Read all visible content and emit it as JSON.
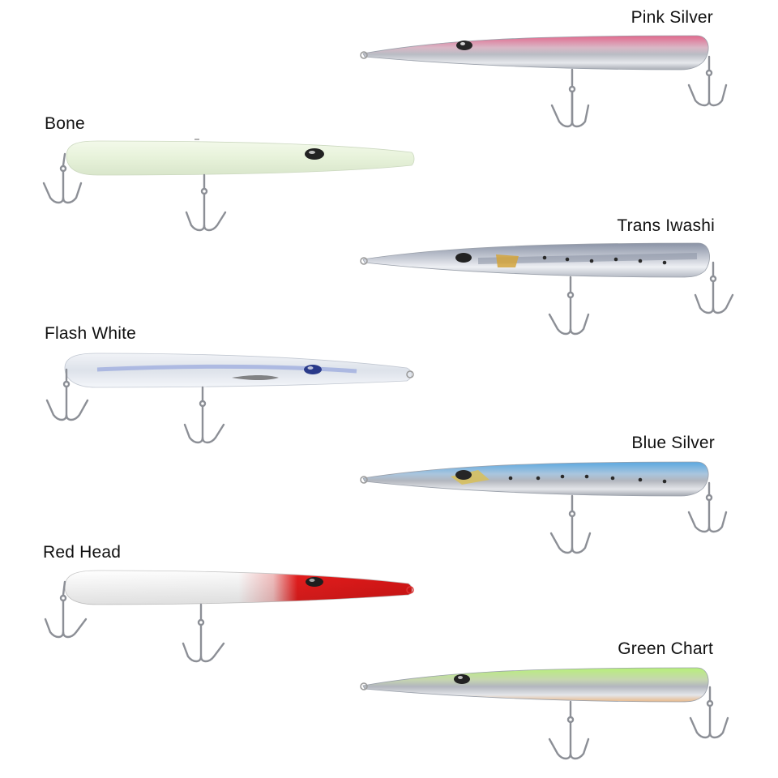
{
  "lures": [
    {
      "name": "Pink Silver",
      "top_color": "#e2688c",
      "belly_color": "#c9ccd2",
      "eye_color": "#2a2a2a"
    },
    {
      "name": "Bone",
      "top_color": "#eef6e4",
      "belly_color": "#f3f9ec",
      "eye_color": "#1e1e1e"
    },
    {
      "name": "Trans Iwashi",
      "top_color": "#9aa3b4",
      "belly_color": "#d9dde4",
      "eye_color": "#222222"
    },
    {
      "name": "Flash White",
      "top_color": "#eef2f8",
      "belly_color": "#f6f7fb",
      "eye_color": "#2a3a8a"
    },
    {
      "name": "Blue Silver",
      "top_color": "#5aa8e0",
      "belly_color": "#c9ccd2",
      "eye_color": "#2a2a2a"
    },
    {
      "name": "Red Head",
      "top_color": "#f7f7f7",
      "belly_color": "#ffffff",
      "head_color": "#e51d1d",
      "eye_color": "#1e1e1e"
    },
    {
      "name": "Green Chart",
      "top_color": "#b7f07a",
      "belly_color": "#c9ccd2",
      "eye_color": "#222222"
    }
  ]
}
